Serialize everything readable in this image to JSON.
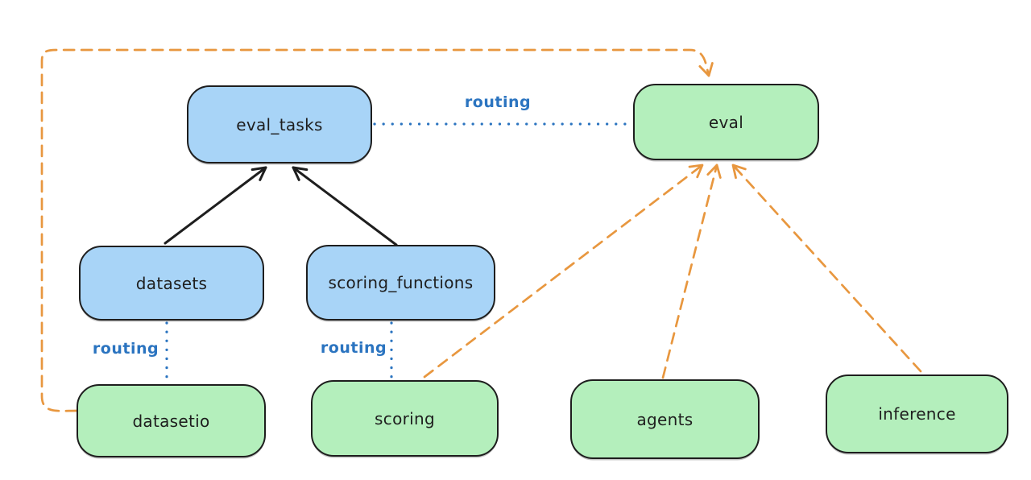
{
  "diagram": {
    "type": "flow-diagram",
    "background": "#ffffff",
    "nodes": {
      "eval_tasks": {
        "label": "eval_tasks",
        "kind": "resource",
        "fill": "#a8d4f7"
      },
      "eval": {
        "label": "eval",
        "kind": "api",
        "fill": "#b4efbc"
      },
      "datasets": {
        "label": "datasets",
        "kind": "resource",
        "fill": "#a8d4f7"
      },
      "scoring_functions": {
        "label": "scoring_functions",
        "kind": "resource",
        "fill": "#a8d4f7"
      },
      "datasetio": {
        "label": "datasetio",
        "kind": "api",
        "fill": "#b4efbc"
      },
      "scoring": {
        "label": "scoring",
        "kind": "api",
        "fill": "#b4efbc"
      },
      "agents": {
        "label": "agents",
        "kind": "api",
        "fill": "#b4efbc"
      },
      "inference": {
        "label": "inference",
        "kind": "api",
        "fill": "#b4efbc"
      }
    },
    "edge_labels": {
      "eval_tasks_to_eval": "routing",
      "datasets_to_datasetio": "routing",
      "scoring_functions_to_scoring": "routing"
    },
    "edges": [
      {
        "from": "datasets",
        "to": "eval_tasks",
        "style": "solid-arrow",
        "color": "#1e1e1e"
      },
      {
        "from": "scoring_functions",
        "to": "eval_tasks",
        "style": "solid-arrow",
        "color": "#1e1e1e"
      },
      {
        "from": "eval_tasks",
        "to": "eval",
        "style": "dotted-line",
        "color": "#2b74c0",
        "label": "routing"
      },
      {
        "from": "datasets",
        "to": "datasetio",
        "style": "dotted-line",
        "color": "#2b74c0",
        "label": "routing"
      },
      {
        "from": "scoring_functions",
        "to": "scoring",
        "style": "dotted-line",
        "color": "#2b74c0",
        "label": "routing"
      },
      {
        "from": "datasetio",
        "to": "eval",
        "style": "dashed-arrow",
        "color": "#e8973f",
        "path": "left-loop-over-top"
      },
      {
        "from": "scoring",
        "to": "eval",
        "style": "dashed-arrow",
        "color": "#e8973f"
      },
      {
        "from": "agents",
        "to": "eval",
        "style": "dashed-arrow",
        "color": "#e8973f"
      },
      {
        "from": "inference",
        "to": "eval",
        "style": "dashed-arrow",
        "color": "#e8973f"
      }
    ],
    "colors": {
      "node_border": "#1e1e1e",
      "blue_fill": "#a8d4f7",
      "green_fill": "#b4efbc",
      "routing_blue": "#2b74c0",
      "dashed_orange": "#e8973f",
      "background": "#ffffff"
    }
  }
}
